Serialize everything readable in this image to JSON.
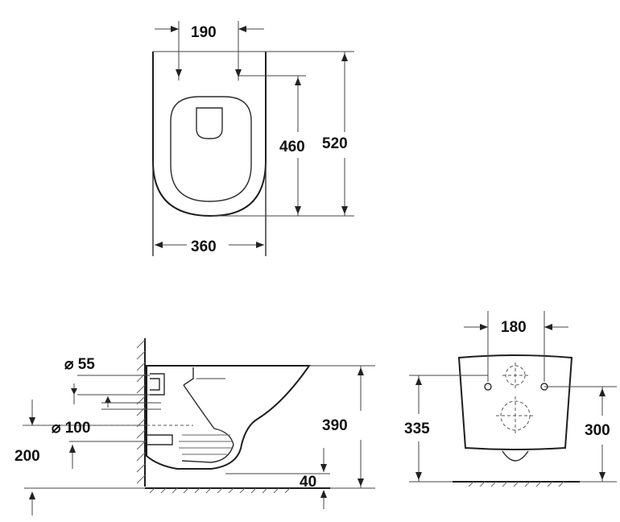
{
  "top_view": {
    "dim_outlet_width": "190",
    "dim_seat_length": "460",
    "dim_total_length": "520",
    "dim_total_width": "360"
  },
  "side_view": {
    "dim_inlet_diameter": "⌀ 55",
    "dim_outlet_diameter": "⌀ 100",
    "dim_outlet_height": "200",
    "dim_total_height": "390",
    "dim_base_gap": "40"
  },
  "rear_view": {
    "dim_bolt_spacing": "180",
    "dim_inlet_height": "335",
    "dim_bolt_height": "300"
  }
}
